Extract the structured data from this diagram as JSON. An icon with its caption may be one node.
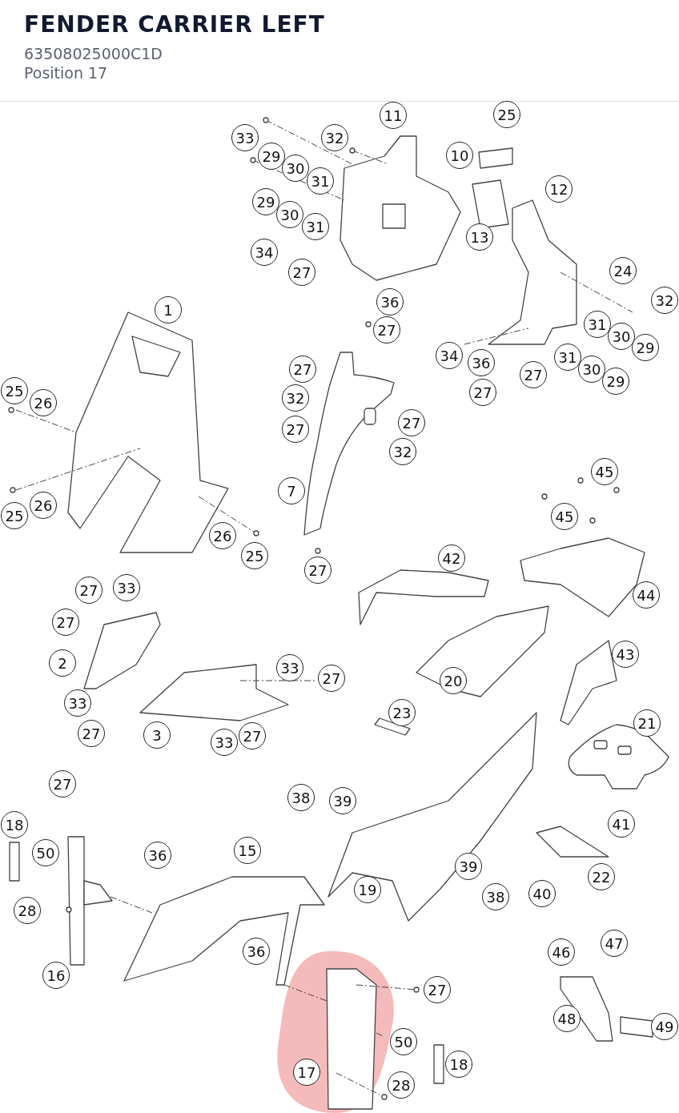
{
  "diagram": {
    "title": "FENDER CARRIER LEFT",
    "labels": [
      "63508025000C1D",
      "Position 17"
    ],
    "nodes": [
      {
        "text": [
          "11"
        ]
      },
      {
        "text": [
          "25"
        ]
      },
      {
        "text": [
          "33"
        ]
      },
      {
        "text": [
          "32"
        ]
      },
      {
        "text": [
          "29"
        ]
      },
      {
        "text": [
          "10"
        ]
      },
      {
        "text": [
          "30"
        ]
      },
      {
        "text": [
          "31"
        ]
      },
      {
        "text": [
          "12"
        ]
      },
      {
        "text": [
          "29"
        ]
      },
      {
        "text": [
          "30"
        ]
      },
      {
        "text": [
          "31"
        ]
      },
      {
        "text": [
          "13"
        ]
      },
      {
        "text": [
          "34"
        ]
      },
      {
        "text": [
          "24"
        ]
      },
      {
        "text": [
          "27"
        ]
      },
      {
        "text": [
          "32"
        ]
      },
      {
        "text": [
          "36"
        ]
      },
      {
        "text": [
          "1"
        ]
      },
      {
        "text": [
          "31"
        ]
      },
      {
        "text": [
          "30"
        ]
      },
      {
        "text": [
          "27"
        ]
      },
      {
        "text": [
          "29"
        ]
      },
      {
        "text": [
          "34"
        ]
      },
      {
        "text": [
          "31"
        ]
      },
      {
        "text": [
          "36"
        ]
      },
      {
        "text": [
          "27"
        ]
      },
      {
        "text": [
          "30"
        ]
      },
      {
        "text": [
          "27"
        ]
      },
      {
        "text": [
          "29"
        ]
      },
      {
        "text": [
          "25"
        ]
      },
      {
        "text": [
          "27"
        ]
      },
      {
        "text": [
          "26"
        ]
      },
      {
        "text": [
          "32"
        ]
      },
      {
        "text": [
          "27"
        ]
      },
      {
        "text": [
          "27"
        ]
      },
      {
        "text": [
          "32"
        ]
      },
      {
        "text": [
          "45"
        ]
      },
      {
        "text": [
          "7"
        ]
      },
      {
        "text": [
          "26"
        ]
      },
      {
        "text": [
          "25"
        ]
      },
      {
        "text": [
          "45"
        ]
      },
      {
        "text": [
          "26"
        ]
      },
      {
        "text": [
          "25"
        ]
      },
      {
        "text": [
          "42"
        ]
      },
      {
        "text": [
          "27"
        ]
      },
      {
        "text": [
          "27"
        ]
      },
      {
        "text": [
          "33"
        ]
      },
      {
        "text": [
          "44"
        ]
      },
      {
        "text": [
          "27"
        ]
      },
      {
        "text": [
          "43"
        ]
      },
      {
        "text": [
          "2"
        ]
      },
      {
        "text": [
          "33"
        ]
      },
      {
        "text": [
          "27"
        ]
      },
      {
        "text": [
          "20"
        ]
      },
      {
        "text": [
          "33"
        ]
      },
      {
        "text": [
          "23"
        ]
      },
      {
        "text": [
          "21"
        ]
      },
      {
        "text": [
          "27"
        ]
      },
      {
        "text": [
          "3"
        ]
      },
      {
        "text": [
          "27"
        ]
      },
      {
        "text": [
          "33"
        ]
      },
      {
        "text": [
          "27"
        ]
      },
      {
        "text": [
          "38"
        ]
      },
      {
        "text": [
          "39"
        ]
      },
      {
        "text": [
          "18"
        ]
      },
      {
        "text": [
          "41"
        ]
      },
      {
        "text": [
          "50"
        ]
      },
      {
        "text": [
          "36"
        ]
      },
      {
        "text": [
          "15"
        ]
      },
      {
        "text": [
          "22"
        ]
      },
      {
        "text": [
          "39"
        ]
      },
      {
        "text": [
          "19"
        ]
      },
      {
        "text": [
          "38"
        ]
      },
      {
        "text": [
          "40"
        ]
      },
      {
        "text": [
          "28"
        ]
      },
      {
        "text": [
          "36"
        ]
      },
      {
        "text": [
          "46"
        ]
      },
      {
        "text": [
          "47"
        ]
      },
      {
        "text": [
          "16"
        ]
      },
      {
        "text": [
          "27"
        ]
      },
      {
        "text": [
          "48"
        ]
      },
      {
        "text": [
          "49"
        ]
      },
      {
        "text": [
          "50"
        ]
      },
      {
        "text": [
          "18"
        ]
      },
      {
        "text": [
          "17"
        ]
      },
      {
        "text": [
          "28"
        ]
      }
    ],
    "edges": []
  }
}
